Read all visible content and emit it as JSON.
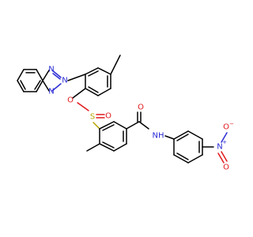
{
  "molecule": {
    "atoms": {
      "triazole_n1": "N",
      "triazole_n2": "N",
      "triazole_n3": "N",
      "ester_o": "O",
      "sulfur": "S",
      "sulfonyl_o": "O",
      "amide_o": "O",
      "amide_nh": "NH",
      "nitro_n": "N",
      "nitro_n_charge": "+",
      "nitro_o1": "O",
      "nitro_o1_charge": "−",
      "nitro_o2": "O"
    },
    "colors": {
      "carbon_bond": "#000000",
      "nitrogen": "#2b2bd6",
      "oxygen": "#e0181c",
      "sulfur": "#b8a200"
    }
  }
}
